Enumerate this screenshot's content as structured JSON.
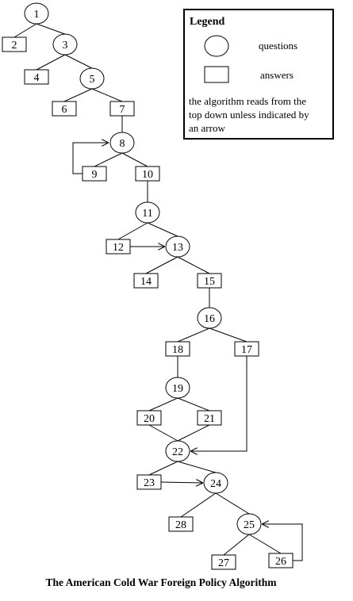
{
  "legend": {
    "title": "Legend",
    "questions_label": "questions",
    "answers_label": "answers",
    "note_lines": [
      "the algorithm reads from the",
      "top down unless indicated by",
      "an arrow"
    ]
  },
  "caption": "The American Cold War Foreign Policy Algorithm",
  "nodes": [
    {
      "id": "1",
      "kind": "question"
    },
    {
      "id": "2",
      "kind": "answer"
    },
    {
      "id": "3",
      "kind": "question"
    },
    {
      "id": "4",
      "kind": "answer"
    },
    {
      "id": "5",
      "kind": "question"
    },
    {
      "id": "6",
      "kind": "answer"
    },
    {
      "id": "7",
      "kind": "answer"
    },
    {
      "id": "8",
      "kind": "question"
    },
    {
      "id": "9",
      "kind": "answer"
    },
    {
      "id": "10",
      "kind": "answer"
    },
    {
      "id": "11",
      "kind": "question"
    },
    {
      "id": "12",
      "kind": "answer"
    },
    {
      "id": "13",
      "kind": "question"
    },
    {
      "id": "14",
      "kind": "answer"
    },
    {
      "id": "15",
      "kind": "answer"
    },
    {
      "id": "16",
      "kind": "question"
    },
    {
      "id": "17",
      "kind": "answer"
    },
    {
      "id": "18",
      "kind": "answer"
    },
    {
      "id": "19",
      "kind": "question"
    },
    {
      "id": "20",
      "kind": "answer"
    },
    {
      "id": "21",
      "kind": "answer"
    },
    {
      "id": "22",
      "kind": "question"
    },
    {
      "id": "23",
      "kind": "answer"
    },
    {
      "id": "24",
      "kind": "question"
    },
    {
      "id": "25",
      "kind": "question"
    },
    {
      "id": "26",
      "kind": "answer"
    },
    {
      "id": "27",
      "kind": "answer"
    },
    {
      "id": "28",
      "kind": "answer"
    }
  ],
  "edges": [
    {
      "from": "1",
      "to": "2"
    },
    {
      "from": "1",
      "to": "3"
    },
    {
      "from": "3",
      "to": "4"
    },
    {
      "from": "3",
      "to": "5"
    },
    {
      "from": "5",
      "to": "6"
    },
    {
      "from": "5",
      "to": "7"
    },
    {
      "from": "7",
      "to": "8"
    },
    {
      "from": "8",
      "to": "9"
    },
    {
      "from": "8",
      "to": "10"
    },
    {
      "from": "9",
      "to": "8",
      "arrow": true
    },
    {
      "from": "10",
      "to": "11"
    },
    {
      "from": "11",
      "to": "12"
    },
    {
      "from": "11",
      "to": "13"
    },
    {
      "from": "12",
      "to": "13",
      "arrow": true
    },
    {
      "from": "13",
      "to": "14"
    },
    {
      "from": "13",
      "to": "15"
    },
    {
      "from": "15",
      "to": "16"
    },
    {
      "from": "16",
      "to": "18"
    },
    {
      "from": "16",
      "to": "17"
    },
    {
      "from": "18",
      "to": "19"
    },
    {
      "from": "19",
      "to": "20"
    },
    {
      "from": "19",
      "to": "21"
    },
    {
      "from": "20",
      "to": "22"
    },
    {
      "from": "21",
      "to": "22"
    },
    {
      "from": "17",
      "to": "22",
      "arrow": true
    },
    {
      "from": "22",
      "to": "23"
    },
    {
      "from": "22",
      "to": "24"
    },
    {
      "from": "23",
      "to": "24",
      "arrow": true
    },
    {
      "from": "24",
      "to": "28"
    },
    {
      "from": "24",
      "to": "25"
    },
    {
      "from": "25",
      "to": "27"
    },
    {
      "from": "25",
      "to": "26"
    },
    {
      "from": "26",
      "to": "25",
      "arrow": true
    }
  ]
}
